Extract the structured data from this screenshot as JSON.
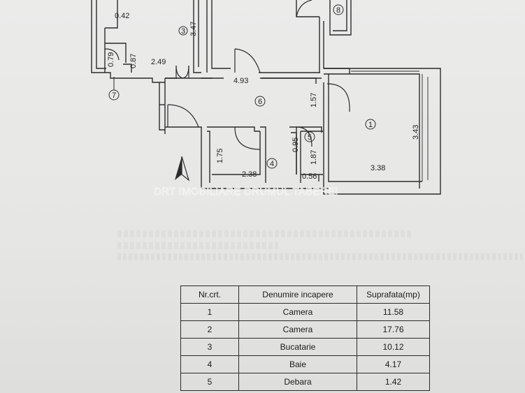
{
  "watermark": "DRT IMOBILIARE DRUMUL TABEREI",
  "plan": {
    "room_numbers": [
      "1",
      "3",
      "4",
      "5",
      "6",
      "7",
      "8"
    ],
    "dimensions": {
      "d042": "0.42",
      "d347": "3.47",
      "d079": "0.79",
      "d087": "0.87",
      "d249": "2.49",
      "d493": "4.93",
      "d157": "1.57",
      "d343": "3.43",
      "d095": "0.95",
      "d187": "1.87",
      "d175": "1.75",
      "d238": "2.38",
      "d056": "0.56",
      "d338": "3.38"
    }
  },
  "table": {
    "headers": [
      "Nr.crt.",
      "Denumire incapere",
      "Suprafata(mp)"
    ],
    "rows": [
      [
        "1",
        "Camera",
        "11.58"
      ],
      [
        "2",
        "Camera",
        "17.76"
      ],
      [
        "3",
        "Bucatarie",
        "10.12"
      ],
      [
        "4",
        "Baie",
        "4.17"
      ],
      [
        "5",
        "Debara",
        "1.42"
      ]
    ]
  }
}
